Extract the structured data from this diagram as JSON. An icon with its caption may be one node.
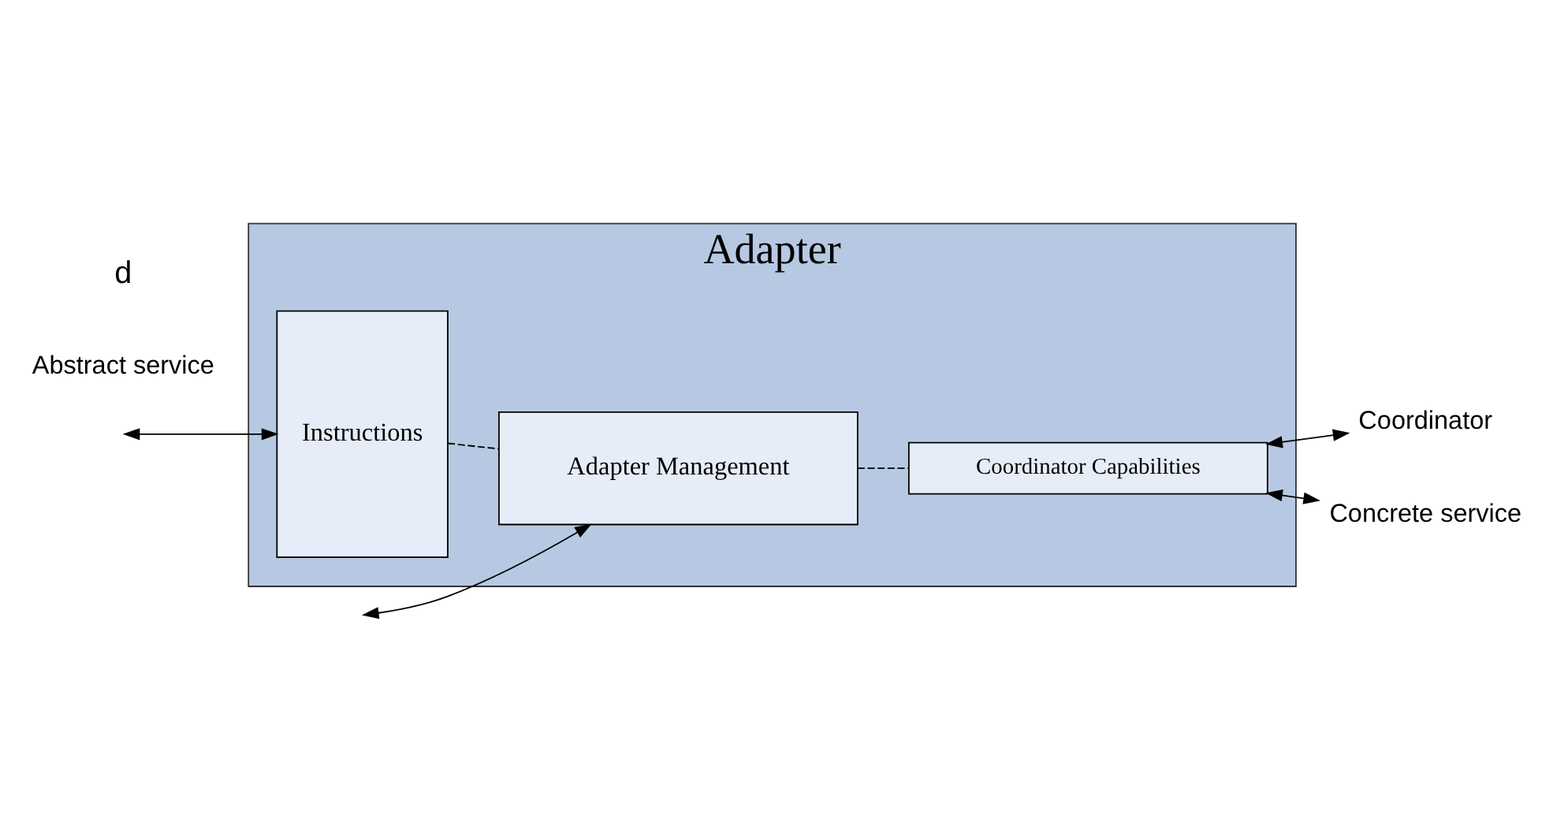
{
  "diagram": {
    "nodes": [
      {
        "text": [
          "Adapter"
        ]
      },
      {
        "text": [
          "Adapter Management"
        ],
        "in": 0
      },
      {
        "text": [
          "Instructions"
        ],
        "in": 0
      },
      {
        "text": [
          "Coordinator Capabilities"
        ],
        "in": 0
      },
      {
        "text": [
          "Abstract service"
        ]
      },
      {
        "text": [
          "Coordinator"
        ]
      },
      {
        "text": [
          "Concrete service"
        ]
      }
    ],
    "edges": [
      {
        "from": null,
        "to": 1,
        "arrow": "both"
      },
      {
        "from": null,
        "to": 2,
        "arrow": "both"
      },
      {
        "from": 2,
        "to": 1,
        "arrow": "none",
        "style": "dashed"
      },
      {
        "from": 1,
        "to": 3,
        "arrow": "none",
        "style": "dashed"
      },
      {
        "from": 3,
        "to": 5,
        "arrow": "both"
      },
      {
        "from": 3,
        "to": 6,
        "arrow": "both"
      }
    ],
    "labels": [
      "d"
    ]
  }
}
